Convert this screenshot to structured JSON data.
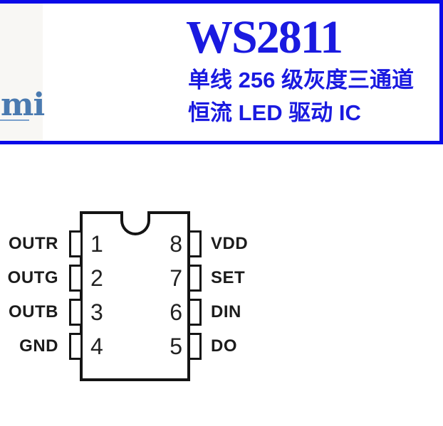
{
  "header": {
    "logo_fragment": "mi",
    "title": "WS2811",
    "subtitle_line1": "单线 256 级灰度三通道",
    "subtitle_line2": "恒流 LED 驱动 IC"
  },
  "colors": {
    "rule_blue": "#0a0ae8",
    "title_blue": "#1a1ae0",
    "logo_blue": "#4a7ab0",
    "diagram_ink": "#141414"
  },
  "pinout": {
    "left_pins": [
      {
        "number": "1",
        "label": "OUTR"
      },
      {
        "number": "2",
        "label": "OUTG"
      },
      {
        "number": "3",
        "label": "OUTB"
      },
      {
        "number": "4",
        "label": "GND"
      }
    ],
    "right_pins": [
      {
        "number": "8",
        "label": "VDD"
      },
      {
        "number": "7",
        "label": "SET"
      },
      {
        "number": "6",
        "label": "DIN"
      },
      {
        "number": "5",
        "label": "DO"
      }
    ]
  }
}
